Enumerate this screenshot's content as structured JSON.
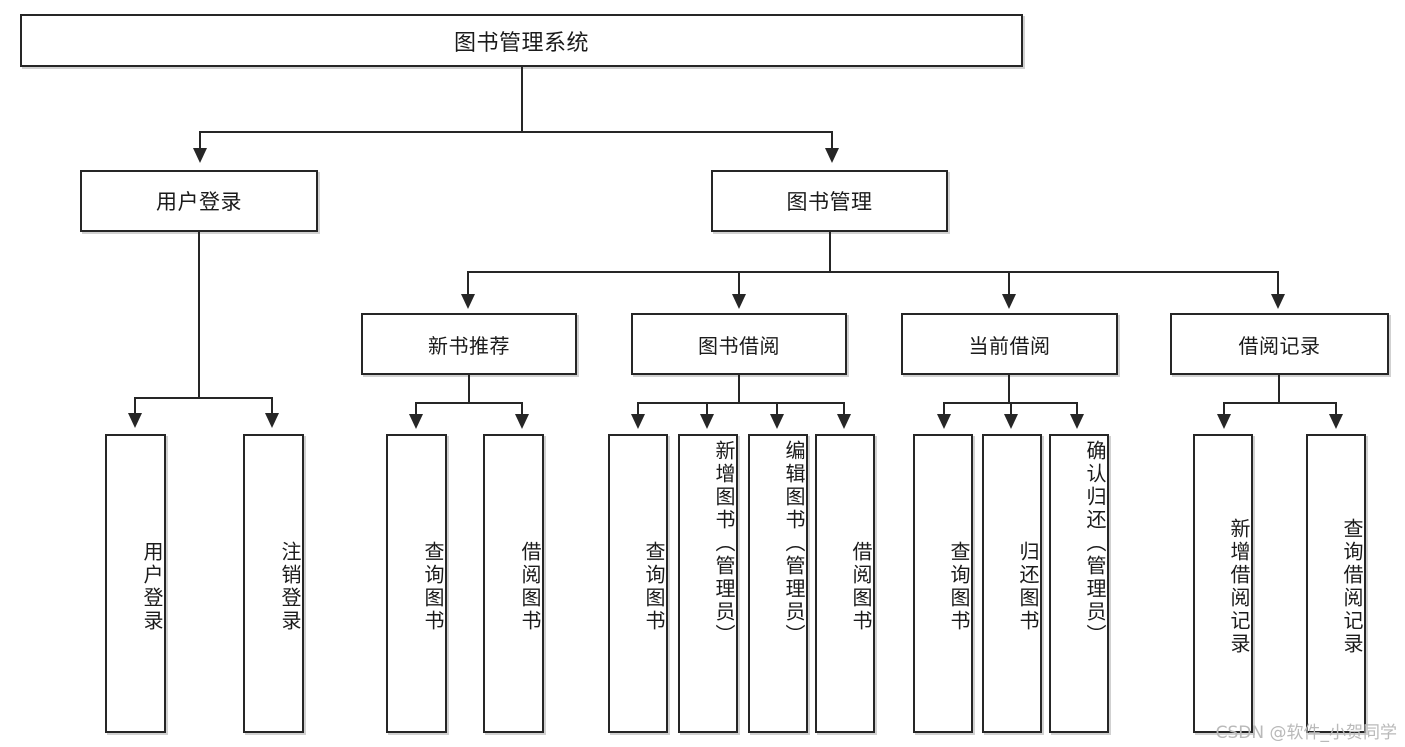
{
  "diagram": {
    "title": "图书管理系统",
    "type": "tree",
    "root": {
      "label": "图书管理系统"
    },
    "level2": [
      {
        "label": "用户登录"
      },
      {
        "label": "图书管理"
      }
    ],
    "level3": [
      {
        "label": "新书推荐"
      },
      {
        "label": "图书借阅"
      },
      {
        "label": "当前借阅"
      },
      {
        "label": "借阅记录"
      }
    ],
    "leaves": {
      "user_login": [
        {
          "label": "用户登录"
        },
        {
          "label": "注销登录"
        }
      ],
      "new_book_recommend": [
        {
          "label": "查询图书"
        },
        {
          "label": "借阅图书"
        }
      ],
      "book_borrow": [
        {
          "label": "查询图书"
        },
        {
          "label": "新增图书（管理员）"
        },
        {
          "label": "编辑图书（管理员）"
        },
        {
          "label": "借阅图书"
        }
      ],
      "current_borrow": [
        {
          "label": "查询图书"
        },
        {
          "label": "归还图书"
        },
        {
          "label": "确认归还（管理员）"
        }
      ],
      "borrow_record": [
        {
          "label": "新增借阅记录"
        },
        {
          "label": "查询借阅记录"
        }
      ]
    }
  },
  "watermark": {
    "text": "CSDN @软件_小贺同学"
  },
  "colors": {
    "stroke": "#262626",
    "fill": "#ffffff",
    "text": "#1b1b1b",
    "watermark": "#b9b9b9"
  }
}
